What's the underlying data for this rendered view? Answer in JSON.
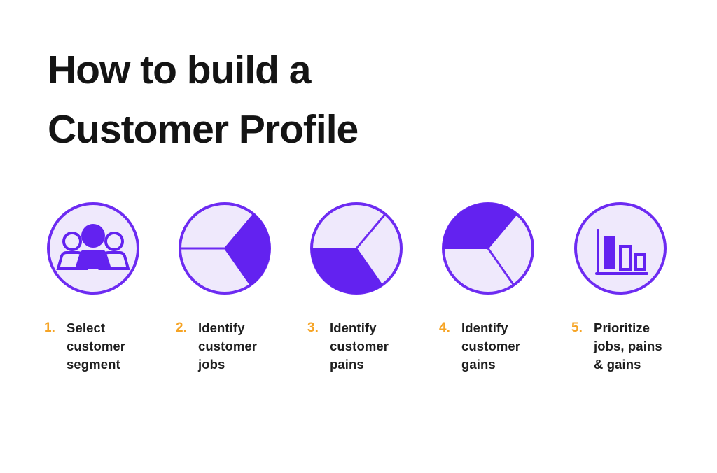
{
  "page": {
    "background": "#FFFFFF"
  },
  "title": {
    "lines": [
      "How to build a",
      "Customer Profile"
    ],
    "color": "#141414"
  },
  "colors": {
    "purple": "#6D2BF2",
    "purple_fill": "#6322F0",
    "lavender": "#EFE9FC",
    "orange": "#F6A425",
    "text": "#1E1E1E"
  },
  "steps": [
    {
      "number": "1.",
      "label": "Select\ncustomer\nsegment",
      "icon": {
        "type": "people",
        "name": "customer-segment-people-icon"
      }
    },
    {
      "number": "2.",
      "label": "Identify\ncustomer\njobs",
      "icon": {
        "type": "pie",
        "name": "pie-right-slice-icon",
        "fill_start": 40,
        "fill_end": 145,
        "line_angle": 270
      }
    },
    {
      "number": "3.",
      "label": "Identify\ncustomer\npains",
      "icon": {
        "type": "pie",
        "name": "pie-bottom-slice-icon",
        "fill_start": 145,
        "fill_end": 270,
        "line_angle": 40
      }
    },
    {
      "number": "4.",
      "label": "Identify\ncustomer\ngains",
      "icon": {
        "type": "pie",
        "name": "pie-top-slice-icon",
        "fill_start": 270,
        "fill_end": 400,
        "line_angle": 145
      }
    },
    {
      "number": "5.",
      "label": "Prioritize\njobs, pains\n& gains",
      "icon": {
        "type": "bars",
        "name": "bar-chart-icon",
        "bar_heights": [
          48,
          33,
          21
        ],
        "bar_filled": [
          true,
          false,
          false
        ]
      }
    }
  ],
  "layout": {
    "column_lefts": [
      63,
      251,
      439,
      627,
      816
    ]
  }
}
